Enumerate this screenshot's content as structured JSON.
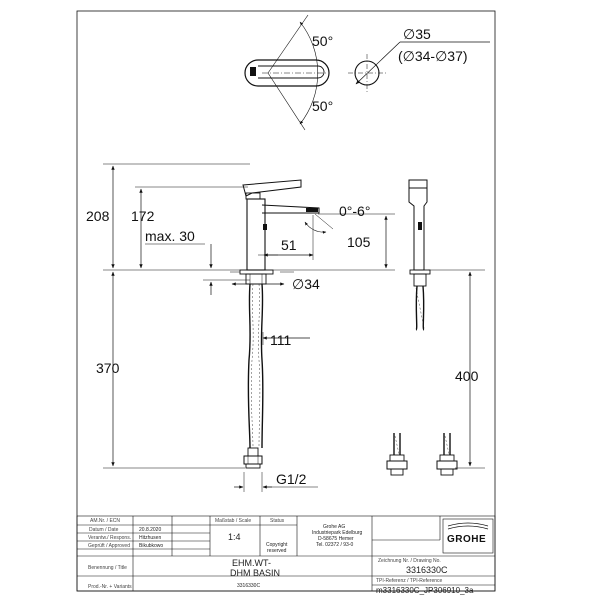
{
  "dimensions": {
    "angle_upper": "50°",
    "angle_lower": "50°",
    "hole_diameter": "∅35",
    "hole_range": "(∅34-∅37)",
    "total_height": "208",
    "spout_height": "172",
    "max_thickness": "max. 30",
    "spout_projection": "51",
    "tilt_angle": "0°-6°",
    "side_height": "105",
    "shank_diameter": "∅34",
    "hose_offset": "111",
    "hose_length_left": "370",
    "hose_length_right": "400",
    "thread": "G1/2"
  },
  "title_block": {
    "headers": {
      "am_nr": "AM.Nr. / ECN",
      "datum": "Datum / Date",
      "verantw": "Verantw./ Respons.",
      "gepruft": "Geprüft / Approved",
      "massstab": "Maßstab / Scale",
      "status": "Status",
      "benennung": "Benennung / Title",
      "prod_nr": "Prod.-Nr. + Variants",
      "zeichnung": "Zeichnung Nr. / Drawing No.",
      "tpi": "TPI-Referenz / TPI-Reference"
    },
    "date": "20.8.2020",
    "responsible": "Hitzhusen",
    "approved": "Bikubkowo",
    "scale": "1:4",
    "copyright_1": "Copyright",
    "copyright_2": "reserved",
    "company": [
      "Grohe AG",
      "Industriepark Edelburg",
      "D-58675 Hemer",
      "Tel. 02372 / 93-0"
    ],
    "title_line1": "EHM.WT-",
    "title_line2": "DHM BASIN",
    "product_no": "3316330C",
    "drawing_no": "3316330C",
    "tpi_reference": "m3316330C_JP306910_3a",
    "logo": "GROHE"
  }
}
